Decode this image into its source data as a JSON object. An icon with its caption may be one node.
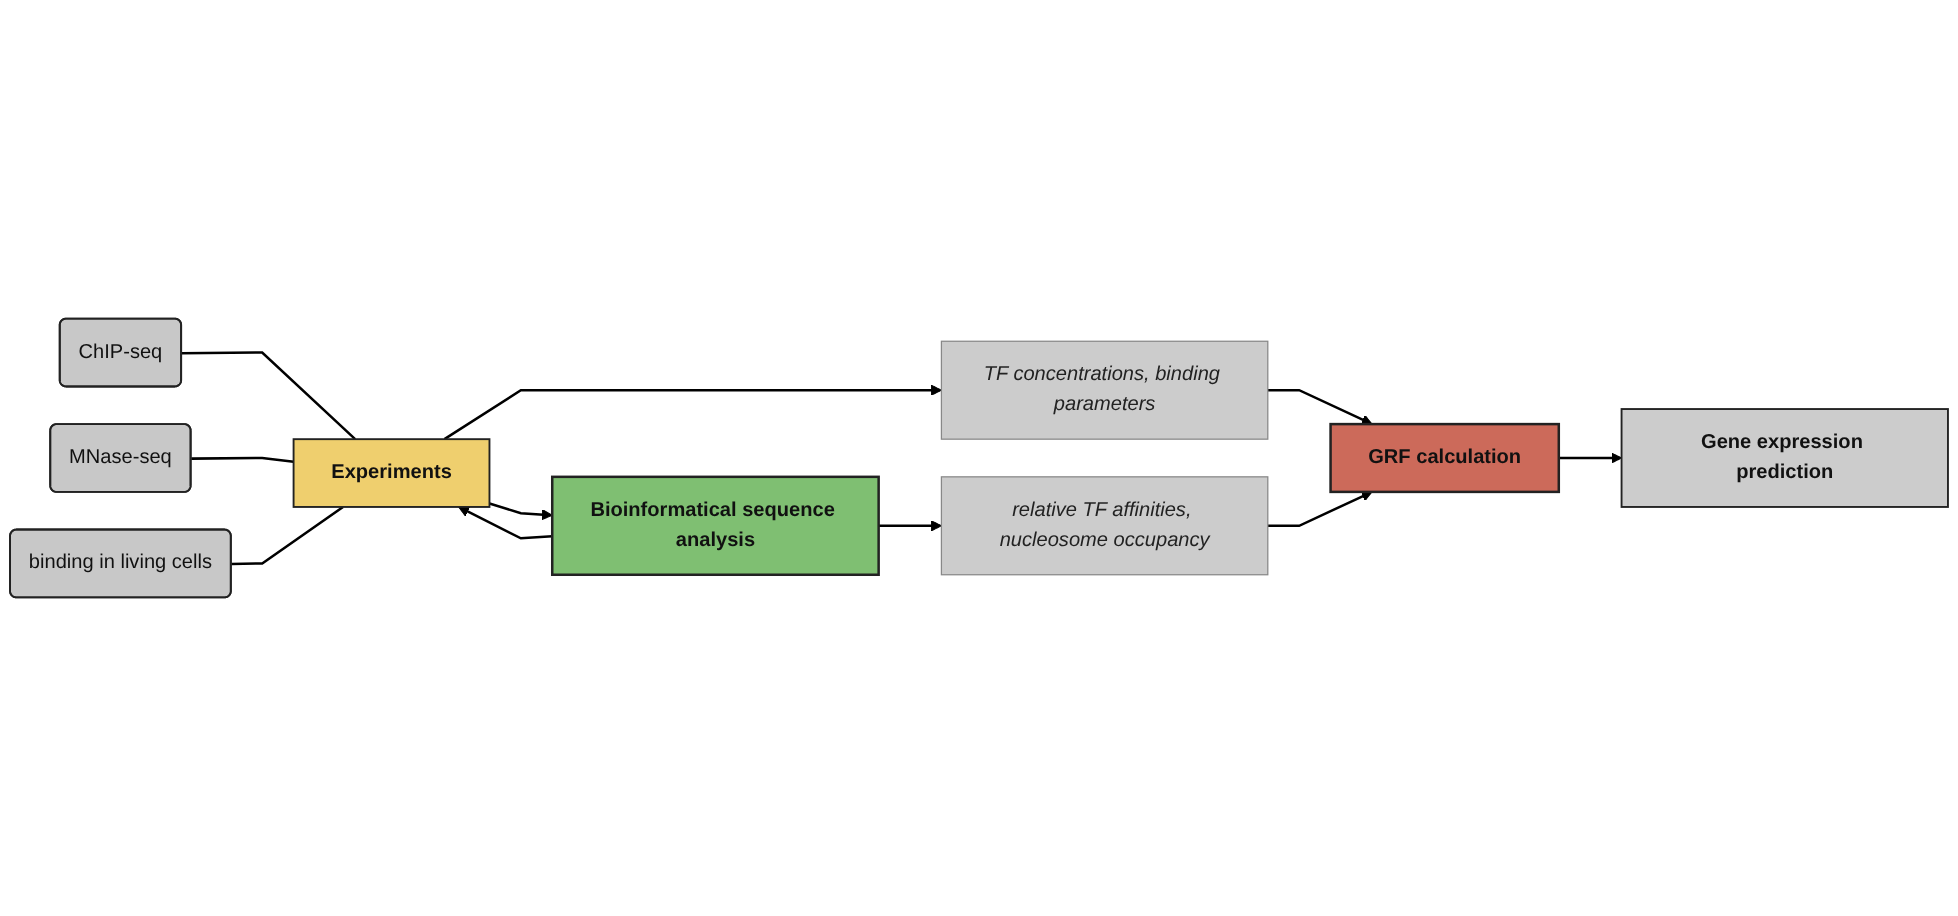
{
  "diagram": {
    "nodes": [
      {
        "text": [
          "ChIP-seq"
        ]
      },
      {
        "text": [
          "MNase-seq"
        ]
      },
      {
        "text": [
          "binding in living cells"
        ]
      },
      {
        "text": [
          "Experiments"
        ]
      },
      {
        "text": [
          "TF concentrations, binding parameters"
        ]
      },
      {
        "text": [
          "GRF calculation"
        ]
      },
      {
        "text": [
          "Gene expression prediction"
        ]
      },
      {
        "text": [
          "Bioinformatical sequence analysis"
        ]
      },
      {
        "text": [
          "relative TF affinities, nucleosome occupancy"
        ]
      }
    ],
    "edges": [
      {
        "from": 0,
        "to": 3,
        "arrow": "none"
      },
      {
        "from": 1,
        "to": 3,
        "arrow": "none"
      },
      {
        "from": 2,
        "to": 3,
        "arrow": "none"
      },
      {
        "from": 3,
        "to": 4,
        "arrow": "to"
      },
      {
        "from": 4,
        "to": 5,
        "arrow": "to"
      },
      {
        "from": 5,
        "to": 6,
        "arrow": "to"
      },
      {
        "from": 3,
        "to": 7,
        "arrow": "to"
      },
      {
        "from": 7,
        "to": 3,
        "arrow": "to"
      },
      {
        "from": 7,
        "to": 8,
        "arrow": "to"
      },
      {
        "from": 8,
        "to": 5,
        "arrow": "to"
      }
    ]
  }
}
